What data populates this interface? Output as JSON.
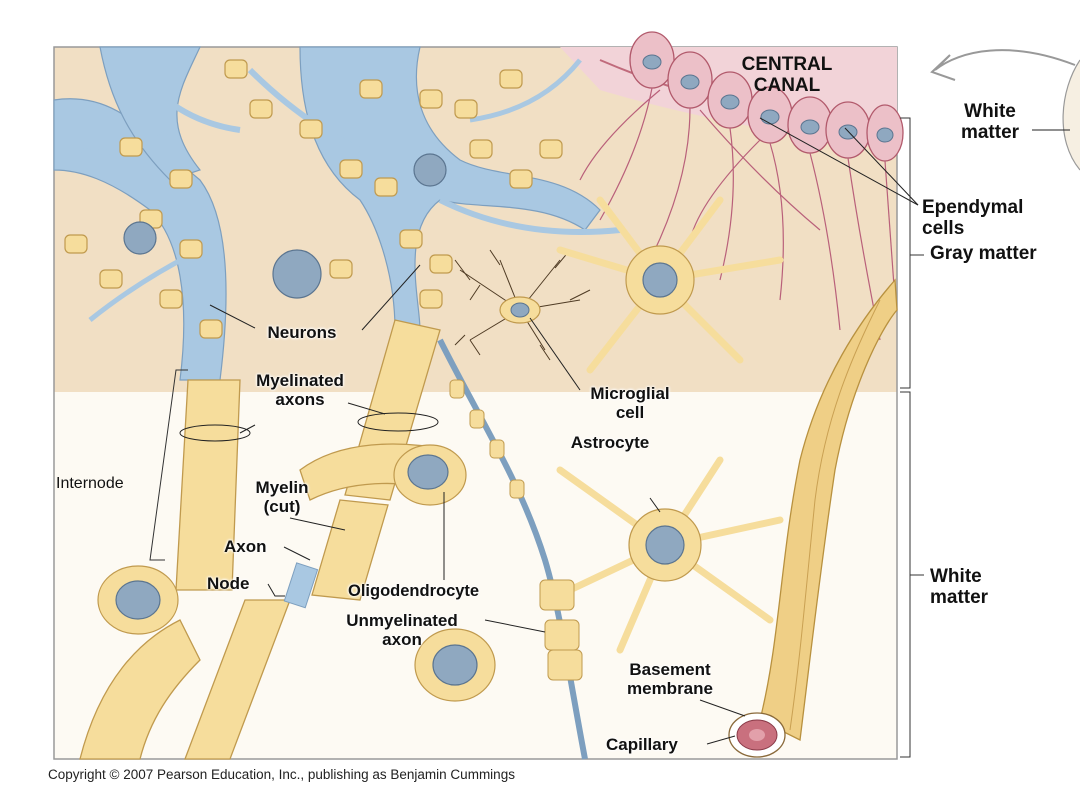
{
  "labels": {
    "central_canal": [
      "CENTRAL",
      "CANAL"
    ],
    "white_matter_top": [
      "White",
      "matter"
    ],
    "ependymal_cells": [
      "Ependymal",
      "cells"
    ],
    "gray_matter": "Gray matter",
    "neurons": "Neurons",
    "myelinated_axons": [
      "Myelinated",
      "axons"
    ],
    "microglial_cell": [
      "Microglial",
      "cell"
    ],
    "astrocyte": "Astrocyte",
    "internode": "Internode",
    "myelin_cut": [
      "Myelin",
      "(cut)"
    ],
    "axon": "Axon",
    "node": "Node",
    "oligodendrocyte": "Oligodendrocyte",
    "unmyelinated_axon": [
      "Unmyelinated",
      "axon"
    ],
    "white_matter_bottom": [
      "White",
      "matter"
    ],
    "basement_membrane": [
      "Basement",
      "membrane"
    ],
    "capillary": "Capillary"
  },
  "copyright": "Copyright © 2007 Pearson Education, Inc., publishing as Benjamin Cummings",
  "colors": {
    "gray_matter_bg": "#f1dfc4",
    "white_matter_bg": "#fdfaf3",
    "glia": "#f6dd9c",
    "glia_outline": "#c09a4e",
    "neuron_blue": "#a9c8e2",
    "nucleus": "#8fa8c0",
    "ependymal": "#e8aab6",
    "capillary": "#c9707e"
  }
}
